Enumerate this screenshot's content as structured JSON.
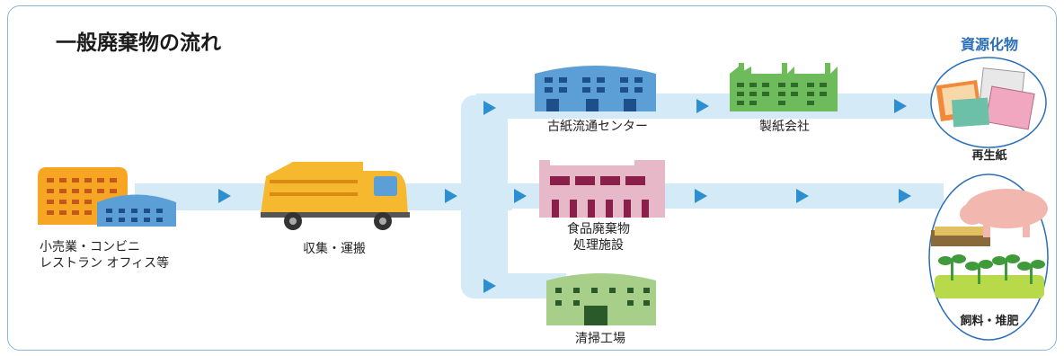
{
  "title": "一般廃棄物の流れ",
  "labels": {
    "source_line1": "小売業・コンビニ",
    "source_line2": "レストラン オフィス等",
    "collection": "収集・運搬",
    "paper_center": "古紙流通センター",
    "paper_mill": "製紙会社",
    "food_line1": "食品廃棄物",
    "food_line2": "処理施設",
    "incinerator": "清掃工場"
  },
  "outputs": {
    "heading": "資源化物",
    "recycled_paper": "再生紙",
    "feed_compost": "飼料・堆肥"
  },
  "colors": {
    "frame": "#8cb4d6",
    "flow_band": "#d4ebf7",
    "arrow": "#2e8fd0",
    "heading_blue": "#2a6fb7",
    "building_orange": "#f6a623",
    "building_blue": "#5b9fd6",
    "truck_yellow": "#f5b82e",
    "factory_green": "#6dbb5a",
    "food_plant_pink": "#e7b8c8",
    "incinerator_green": "#a7cf8a"
  },
  "icons": [
    "office-building-icon",
    "garbage-truck-icon",
    "warehouse-icon",
    "paper-mill-factory-icon",
    "food-processing-plant-icon",
    "incinerator-plant-icon",
    "recycled-paper-icon",
    "pig-feed-icon",
    "sprout-icon",
    "flow-arrow-icon"
  ]
}
